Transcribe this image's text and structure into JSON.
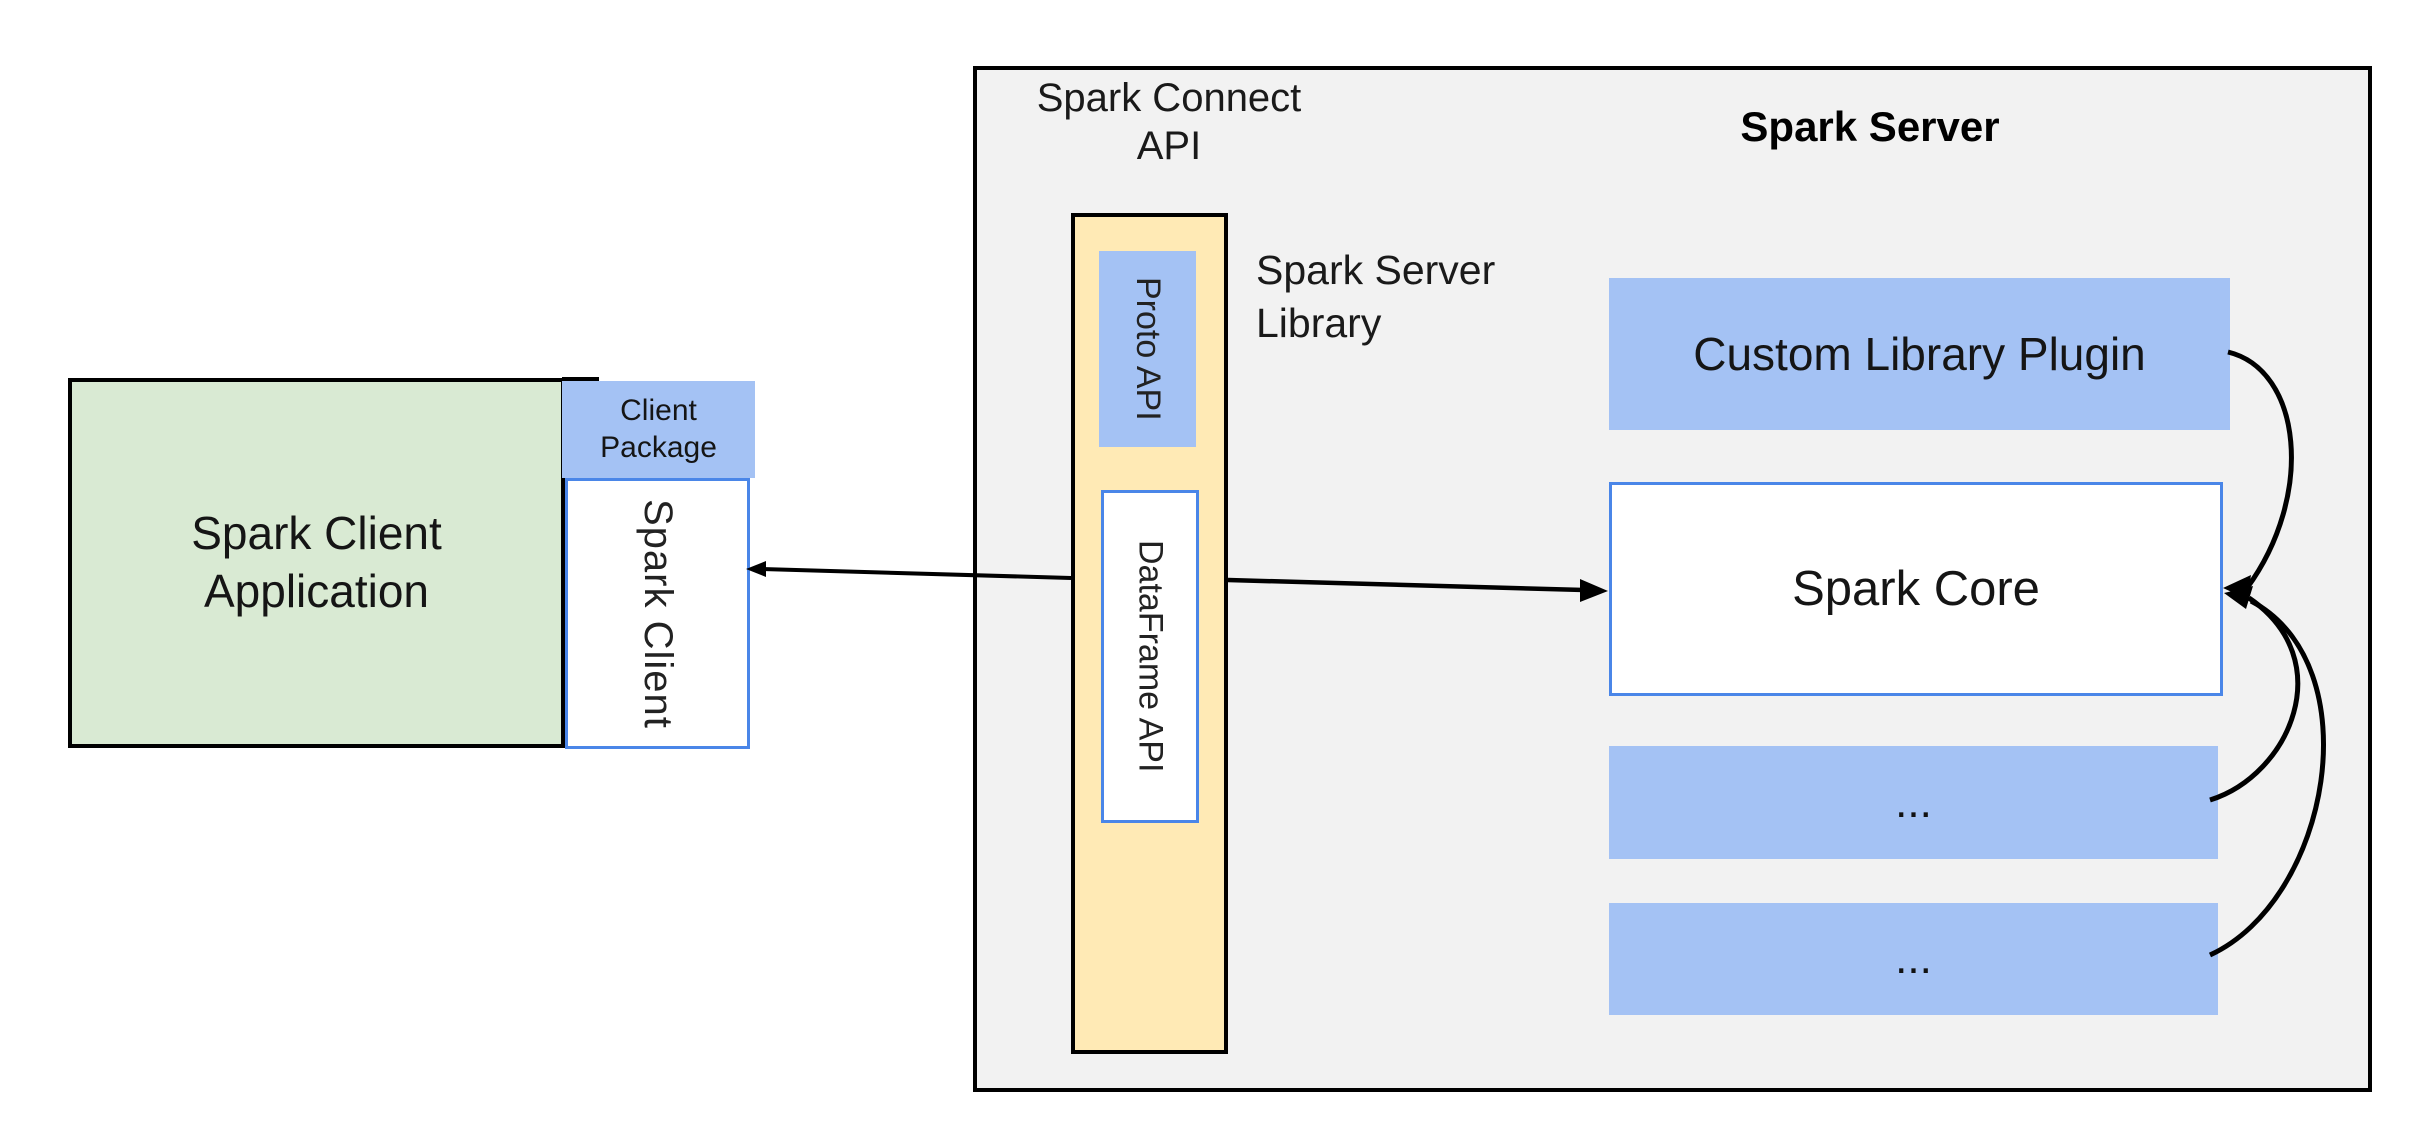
{
  "colors": {
    "green": "#d9ead3",
    "blue": "#a4c2f4",
    "yellow": "#ffeab5",
    "gray": "#f2f2f2",
    "blue_border": "#4a86e8",
    "line": "#000000"
  },
  "client_app": {
    "line1": "Spark Client",
    "line2": "Application"
  },
  "client_package": {
    "line1": "Client",
    "line2": "Package"
  },
  "spark_client": {
    "label": "Spark Client"
  },
  "connect_api": {
    "line1": "Spark Connect",
    "line2": "API"
  },
  "spark_server": {
    "title": "Spark Server"
  },
  "proto_api": {
    "label": "Proto  API"
  },
  "dataframe_api": {
    "label": "DataFrame API"
  },
  "server_library": {
    "line1": "Spark Server",
    "line2": "Library"
  },
  "plugin": {
    "label": "Custom Library Plugin"
  },
  "core": {
    "label": "Spark Core"
  },
  "module_1": {
    "label": "..."
  },
  "module_2": {
    "label": "..."
  }
}
